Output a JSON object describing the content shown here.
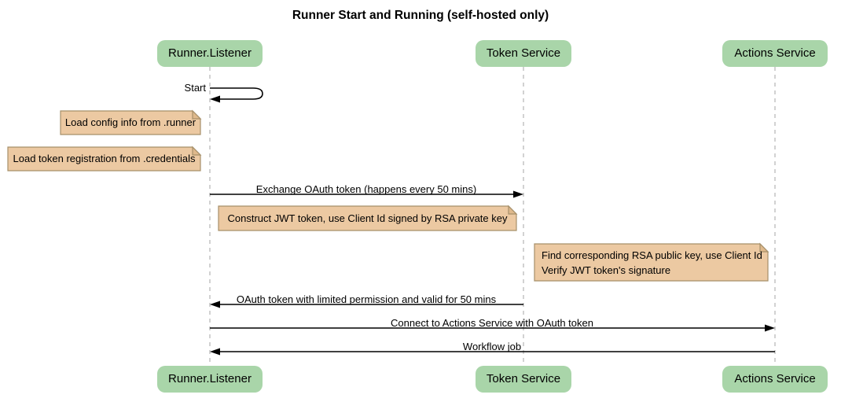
{
  "title": "Runner Start and Running (self-hosted only)",
  "participants": [
    {
      "name": "Runner.Listener"
    },
    {
      "name": "Token Service"
    },
    {
      "name": "Actions Service"
    }
  ],
  "messages": {
    "start": {
      "label": "Start",
      "from": "Runner.Listener",
      "to": "Runner.Listener",
      "kind": "self"
    },
    "exchange": {
      "label": "Exchange OAuth token (happens every 50 mins)",
      "from": "Runner.Listener",
      "to": "Token Service",
      "kind": "solid-arrow"
    },
    "oauth_back": {
      "label": "OAuth token with limited permission and valid for 50 mins",
      "from": "Token Service",
      "to": "Runner.Listener",
      "kind": "solid-arrow"
    },
    "connect": {
      "label": "Connect to Actions Service with OAuth token",
      "from": "Runner.Listener",
      "to": "Actions Service",
      "kind": "solid-arrow"
    },
    "workflow": {
      "label": "Workflow job",
      "from": "Actions Service",
      "to": "Runner.Listener",
      "kind": "solid-arrow"
    }
  },
  "notes": {
    "config": {
      "text": "Load config info from .runner"
    },
    "credentials": {
      "text": "Load token registration from .credentials"
    },
    "jwt": {
      "text": "Construct JWT token, use Client Id signed by RSA private key"
    },
    "verify": {
      "line1": "Find corresponding RSA public key, use Client Id",
      "line2": "Verify JWT token's signature"
    }
  },
  "colors": {
    "participant_fill": "#a9d5a9",
    "note_fill": "#ecc9a2",
    "note_fold": "#dfb98c",
    "note_border": "#a6906a",
    "lifeline": "#a6a6a6",
    "message_line": "#000000",
    "text": "#000000",
    "background": "#ffffff"
  }
}
